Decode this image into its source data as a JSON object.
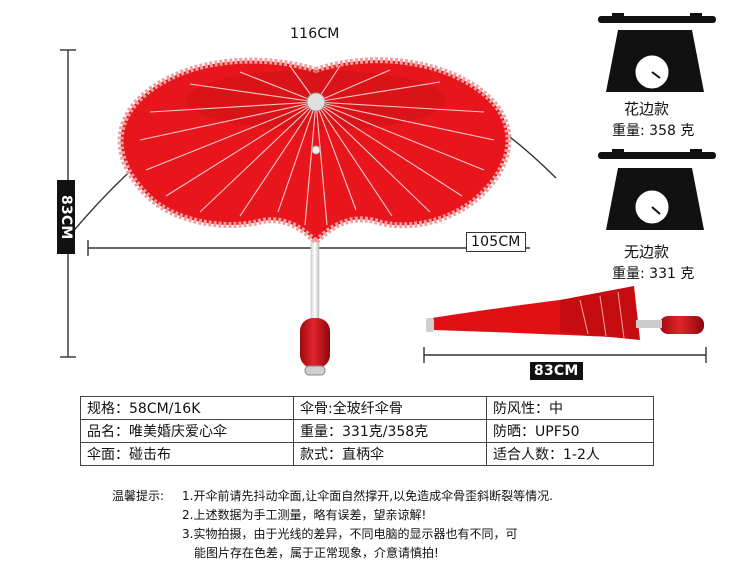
{
  "dimensions": {
    "canopy_width": "116CM",
    "height": "83CM",
    "span_width": "105CM",
    "closed_length": "83CM"
  },
  "scales": [
    {
      "style": "花边款",
      "weight_label": "重量: 358 克"
    },
    {
      "style": "无边款",
      "weight_label": "重量: 331 克"
    }
  ],
  "spec_table": [
    [
      "规格：58CM/16K",
      "伞骨:全玻纤伞骨",
      "防风性：中"
    ],
    [
      "品名：唯美婚庆爱心伞",
      "重量：331克/358克",
      "防晒：UPF50"
    ],
    [
      "伞面：碰击布",
      "款式：直柄伞",
      "适合人数：1-2人"
    ]
  ],
  "tips": {
    "label": "温馨提示:",
    "lines": [
      "1.开伞前请先抖动伞面,让伞面自然撑开,以免造成伞骨歪斜断裂等情况.",
      "2.上述数据为手工测量，略有误差，望亲谅解!",
      "3.实物拍摄，由于光线的差异，不同电脑的显示器也有不同，可",
      "能图片存在色差，属于正常现象，介意请慎拍!"
    ]
  },
  "colors": {
    "canopy": "#e8161c",
    "canopy_dark": "#c10d12",
    "rib": "#f7c9c9",
    "handle": "#d3141a"
  }
}
